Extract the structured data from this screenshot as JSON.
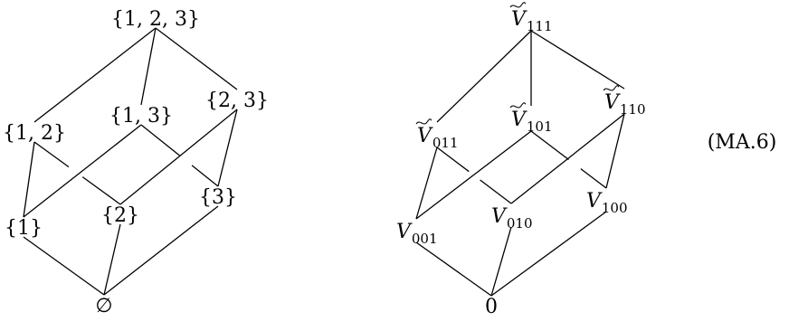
{
  "diagrams": [
    {
      "id": "subset-lattice",
      "nodes": [
        {
          "id": "n123",
          "label": "{1, 2, 3}"
        },
        {
          "id": "n12",
          "label": "{1, 2}"
        },
        {
          "id": "n13",
          "label": "{1, 3}"
        },
        {
          "id": "n23",
          "label": "{2, 3}"
        },
        {
          "id": "n1",
          "label": "{1}"
        },
        {
          "id": "n2",
          "label": "{2}"
        },
        {
          "id": "n3",
          "label": "{3}"
        },
        {
          "id": "nE",
          "label": "∅"
        }
      ],
      "edges": [
        [
          "n123",
          "n12"
        ],
        [
          "n123",
          "n13"
        ],
        [
          "n123",
          "n23"
        ],
        [
          "n12",
          "n1"
        ],
        [
          "n12",
          "n2"
        ],
        [
          "n13",
          "n1"
        ],
        [
          "n13",
          "n3"
        ],
        [
          "n23",
          "n2"
        ],
        [
          "n23",
          "n3"
        ],
        [
          "n1",
          "nE"
        ],
        [
          "n2",
          "nE"
        ],
        [
          "n3",
          "nE"
        ]
      ]
    },
    {
      "id": "subspace-lattice",
      "nodes": [
        {
          "id": "v111",
          "base": "V",
          "sub": "111",
          "tilde": true
        },
        {
          "id": "v011",
          "base": "V",
          "sub": "011",
          "tilde": true
        },
        {
          "id": "v101",
          "base": "V",
          "sub": "101",
          "tilde": true
        },
        {
          "id": "v110",
          "base": "V",
          "sub": "110",
          "tilde": true
        },
        {
          "id": "v001",
          "base": "V",
          "sub": "001",
          "tilde": false
        },
        {
          "id": "v010",
          "base": "V",
          "sub": "010",
          "tilde": false
        },
        {
          "id": "v100",
          "base": "V",
          "sub": "100",
          "tilde": false
        },
        {
          "id": "v0",
          "base": "0",
          "sub": "",
          "tilde": false
        }
      ],
      "edges": [
        [
          "v111",
          "v011"
        ],
        [
          "v111",
          "v101"
        ],
        [
          "v111",
          "v110"
        ],
        [
          "v011",
          "v001"
        ],
        [
          "v011",
          "v010"
        ],
        [
          "v101",
          "v001"
        ],
        [
          "v101",
          "v100"
        ],
        [
          "v110",
          "v010"
        ],
        [
          "v110",
          "v100"
        ],
        [
          "v001",
          "v0"
        ],
        [
          "v010",
          "v0"
        ],
        [
          "v100",
          "v0"
        ]
      ]
    }
  ],
  "equation_label": "(MA.6)"
}
